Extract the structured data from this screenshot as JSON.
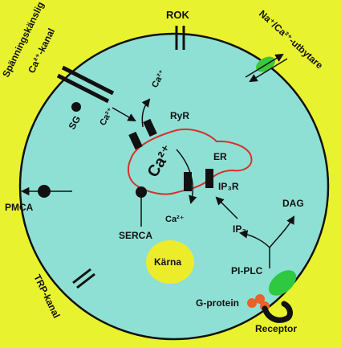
{
  "diagram": {
    "colors": {
      "background": "#e8f22f",
      "cell": "#8fe0d4",
      "nucleus": "#ecec2a",
      "er_outline": "#d8302a",
      "g_protein": "#e8622a",
      "plc": "#2ec940",
      "exchanger": "#3cc83a",
      "stroke": "#111111"
    },
    "labels": {
      "rok": "ROK",
      "exchanger": "Na⁺/Ca²⁺-utbytare",
      "vgcc_line1": "Spänningskänslig",
      "vgcc_line2": "Ca²⁺-kanal",
      "ca_cytosol": "Ca²⁺",
      "ca_influx": "Ca²⁺",
      "ryr": "RyR",
      "sg": "SG",
      "er": "ER",
      "ca_store": "Ca²⁺",
      "ip3r": "IP₃R",
      "dag": "DAG",
      "pmca": "PMCA",
      "ca_release": "Ca²⁺",
      "ip3": "IP₃",
      "serca": "SERCA",
      "nucleus": "Kärna",
      "plc": "PI-PLC",
      "trp": "TRP-kanal",
      "g_protein": "G-protein",
      "receptor": "Receptor"
    }
  }
}
